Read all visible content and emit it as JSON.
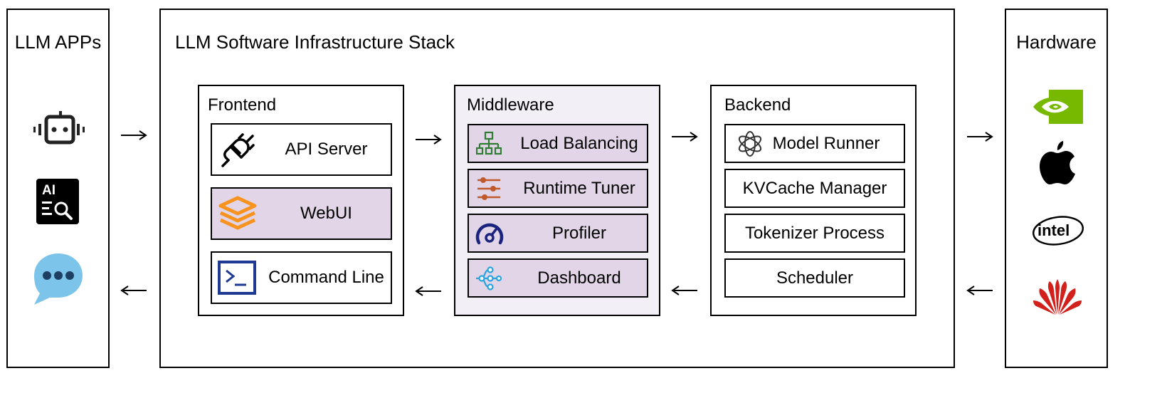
{
  "apps": {
    "title": "LLM APPs",
    "icons": [
      "robot-icon",
      "ai-search-icon",
      "chat-bubble-icon"
    ],
    "ai_badge": "AI"
  },
  "stack": {
    "title": "LLM Software Infrastructure Stack",
    "frontend": {
      "title": "Frontend",
      "items": [
        {
          "label": "API Server",
          "icon": "plug-icon"
        },
        {
          "label": "WebUI",
          "icon": "layers-icon"
        },
        {
          "label": "Command Line",
          "icon": "terminal-icon"
        }
      ]
    },
    "middleware": {
      "title": "Middleware",
      "items": [
        {
          "label": "Load Balancing",
          "icon": "network-tree-icon"
        },
        {
          "label": "Runtime Tuner",
          "icon": "sliders-icon"
        },
        {
          "label": "Profiler",
          "icon": "gauge-icon"
        },
        {
          "label": "Dashboard",
          "icon": "flow-icon"
        }
      ]
    },
    "backend": {
      "title": "Backend",
      "items": [
        {
          "label": "Model Runner",
          "icon": "openai-knot-icon"
        },
        {
          "label": "KVCache Manager"
        },
        {
          "label": "Tokenizer Process"
        },
        {
          "label": "Scheduler"
        }
      ]
    }
  },
  "hardware": {
    "title": "Hardware",
    "icons": [
      "nvidia-logo-icon",
      "apple-logo-icon",
      "intel-logo-icon",
      "huawei-logo-icon"
    ],
    "intel_text": "intel"
  },
  "colors": {
    "border": "#000000",
    "purple_fill": "#e1d5e7",
    "middleware_bg": "#f3eff7",
    "nvidia_green": "#76b900",
    "webui_orange": "#f7931e",
    "terminal_blue": "#1f3a93",
    "load_green": "#2e7d32",
    "tuner_orange": "#c0592b",
    "profiler_navy": "#1a237e",
    "dashboard_blue": "#29a3e0",
    "chat_blue": "#7cc4ea",
    "huawei_red": "#d2201c"
  }
}
